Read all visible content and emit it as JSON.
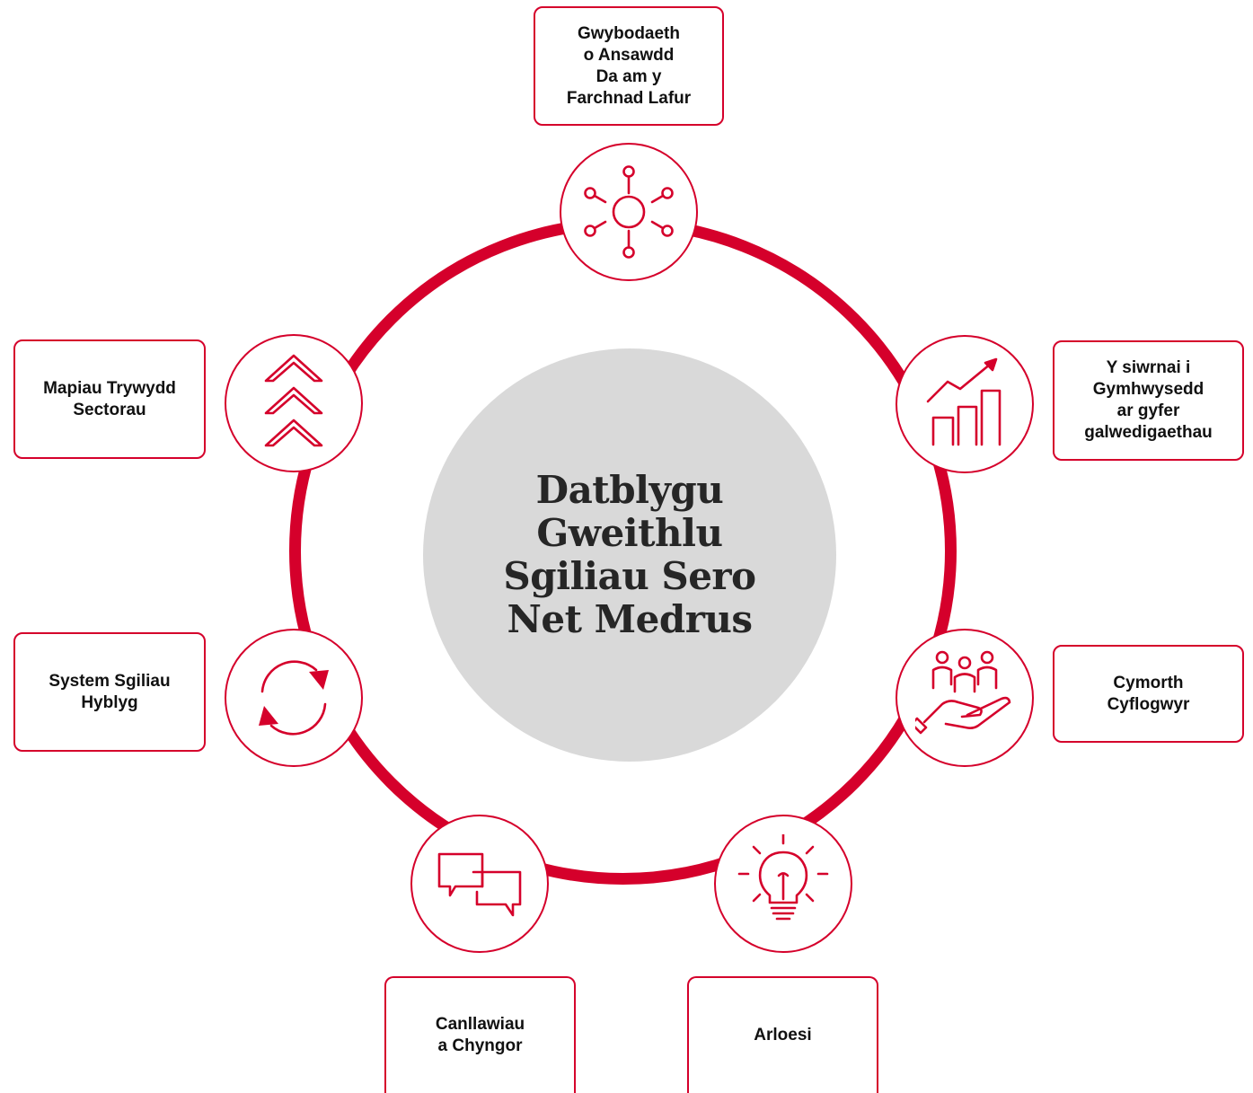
{
  "diagram": {
    "center_title": "Datblygu\nGweithlu\nSgiliau Sero\nNet Medrus",
    "accent_color": "#d5002b",
    "center_fill": "#d9d9d9",
    "nodes": [
      {
        "id": "labour-market",
        "icon": "network-icon",
        "label": "Gwybodaeth\no Ansawdd\nDa am y\nFarchnad Lafur"
      },
      {
        "id": "occupational-qualifications",
        "icon": "growth-chart-icon",
        "label": "Y siwrnai i\nGymhwysedd\nar gyfer\ngalwedigaethau"
      },
      {
        "id": "employer-support",
        "icon": "supporting-hand-icon",
        "label": "Cymorth\nCyflogwyr"
      },
      {
        "id": "innovation",
        "icon": "lightbulb-icon",
        "label": "Arloesi"
      },
      {
        "id": "guidance-advice",
        "icon": "speech-bubbles-icon",
        "label": "Canllawiau\na Chyngor"
      },
      {
        "id": "flexible-skills",
        "icon": "refresh-icon",
        "label": "System Sgiliau\nHyblyg"
      },
      {
        "id": "sector-pathways",
        "icon": "chevrons-up-icon",
        "label": "Mapiau Trywydd\nSectorau"
      }
    ]
  }
}
